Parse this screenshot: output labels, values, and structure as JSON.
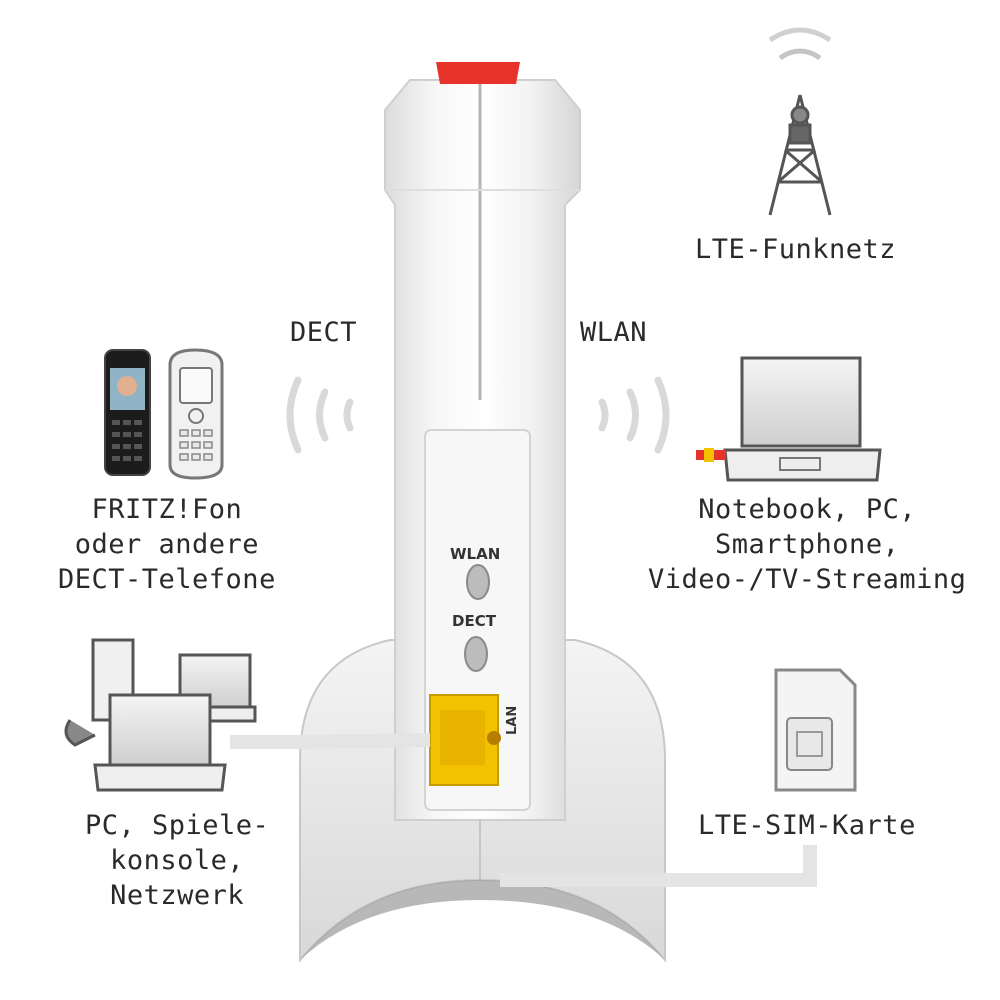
{
  "labels": {
    "dect": "DECT",
    "wlan": "WLAN",
    "lte_network": "LTE-Funknetz",
    "phones": [
      "FRITZ!Fon",
      "oder andere",
      "DECT-Telefone"
    ],
    "devices": [
      "Notebook, PC,",
      "Smartphone,",
      "Video-/TV-Streaming"
    ],
    "pc_network": [
      "PC, Spiele-",
      "konsole,",
      "Netzwerk"
    ],
    "sim_card": "LTE-SIM-Karte"
  },
  "router": {
    "button_wlan": "WLAN",
    "button_dect": "DECT",
    "port_lan": "LAN",
    "accent_color": "#e8332a",
    "lan_port_color": "#f2c200"
  },
  "icons": [
    "antenna-tower-icon",
    "mobile-phone-icon",
    "cordless-phone-icon",
    "laptop-icon",
    "desktop-pc-icon",
    "sim-card-icon",
    "signal-waves-icon"
  ]
}
